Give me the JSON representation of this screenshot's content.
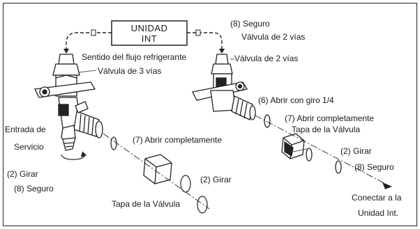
{
  "unit_box": {
    "line1": "UNIDAD",
    "line2": "INT"
  },
  "labels": {
    "seguro_top": "(8) Seguro",
    "valve2_top": "Válvula de 2 vías",
    "flow": "Sentido del flujo refrigerante",
    "valve2_mid": "Válvula de 2 vías",
    "valve3": "Válvula de 3 vías",
    "open_quarter": "(6) Abrir con giro 1/4",
    "open_full_right": "(7) Abrir completamente",
    "cap_right": "Tapa de la Válvula",
    "service_1": "Entrada de",
    "service_2": "Servicio",
    "open_full_left": "(7) Abrir completamente",
    "girar_left": "(2) Girar",
    "seguro_left": "(8) Seguro",
    "girar_right": "(2) Girar",
    "seguro_right": "(8) Seguro",
    "girar_center": "(2) Girar",
    "cap_center": "Tapa de la Válvula",
    "connect_1": "Conectar a la",
    "connect_2": "Unidad Int."
  }
}
